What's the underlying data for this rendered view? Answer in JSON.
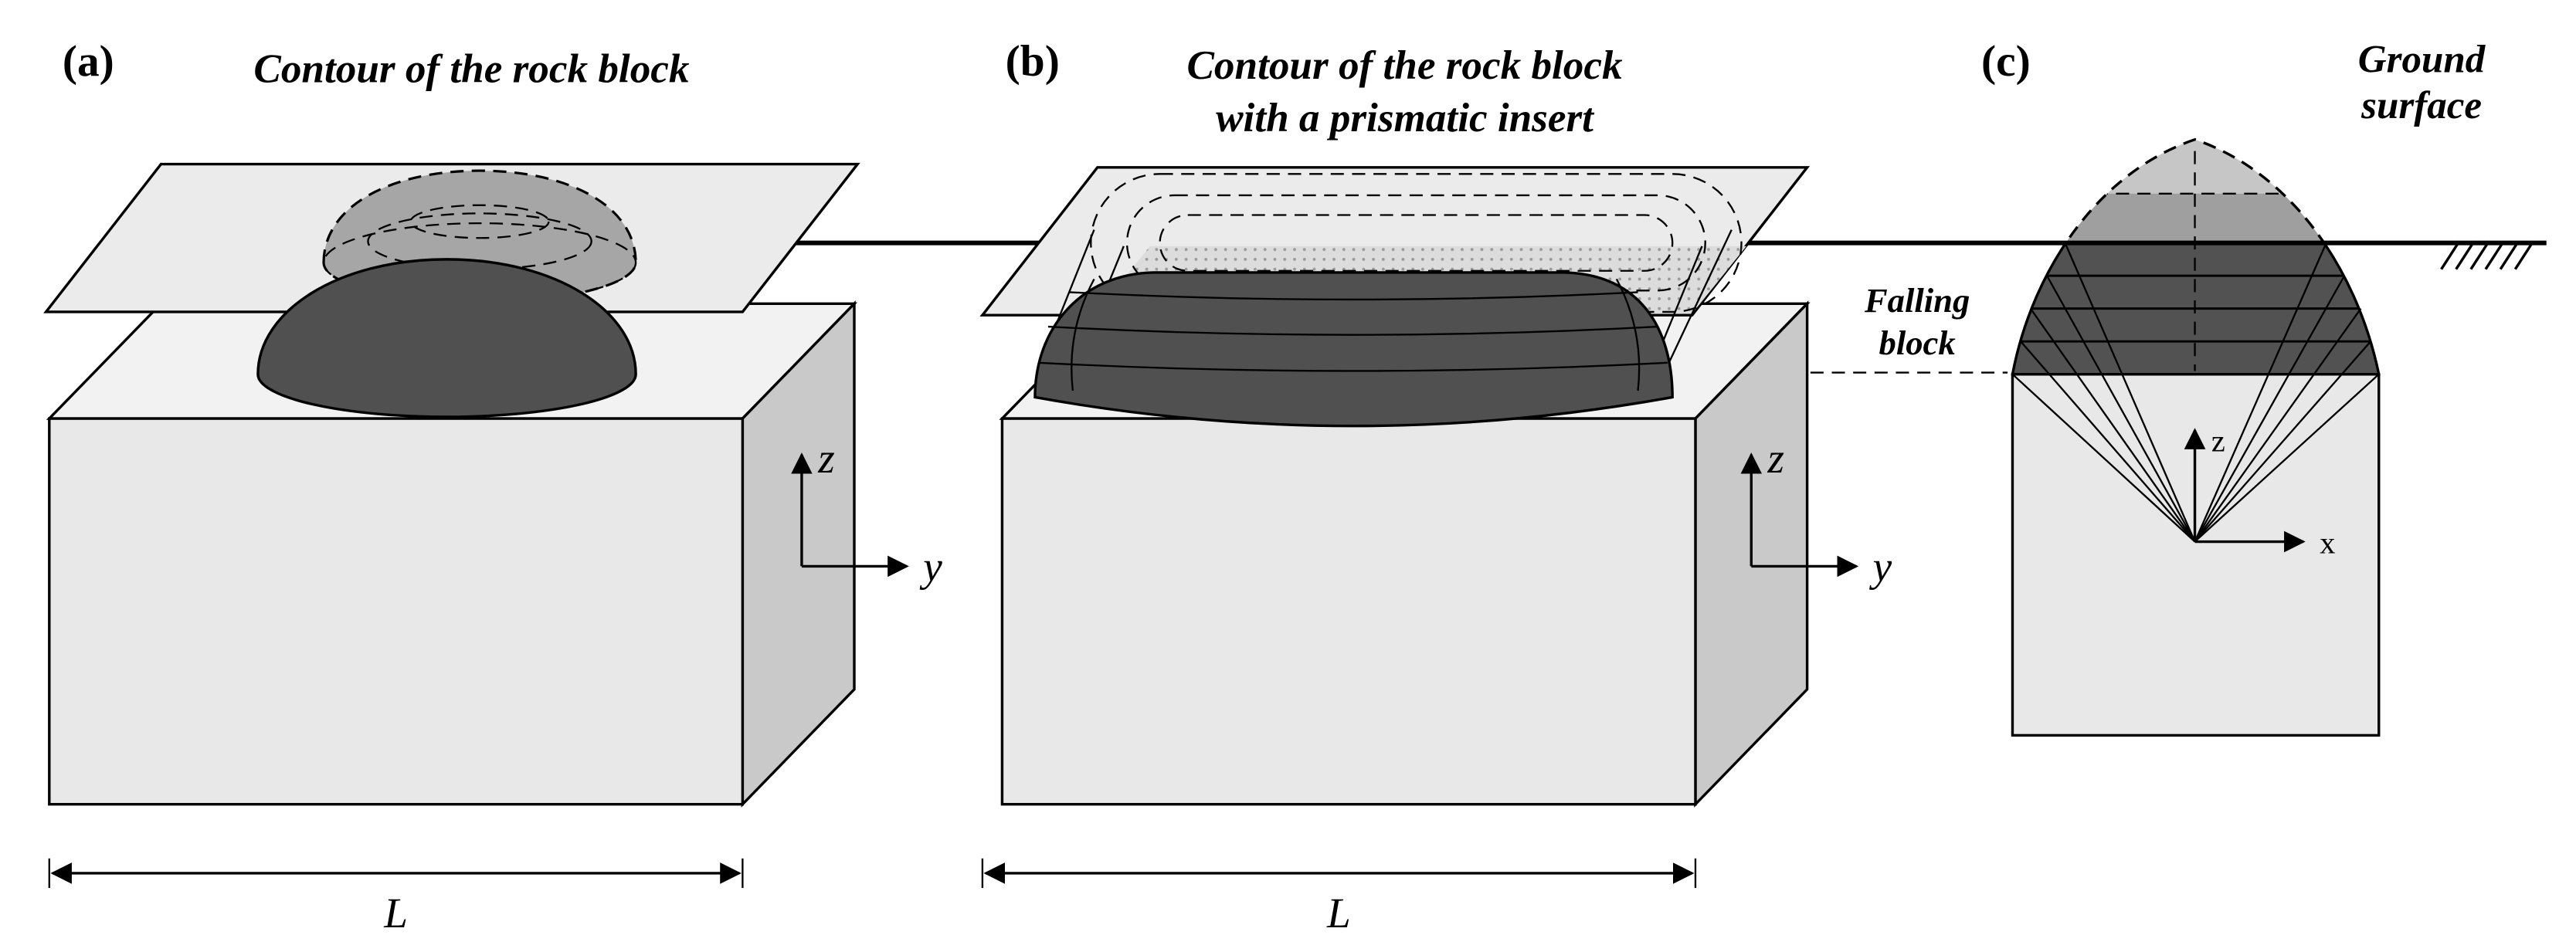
{
  "colors": {
    "background": "#ffffff",
    "box_front": "#e8e8e8",
    "box_side": "#c9c9c9",
    "box_top": "#f2f2f2",
    "plane": "#ebebeb",
    "dome": "#505050",
    "contour_cap": "#a6a6a6",
    "insert_band": "#dcdcdc",
    "arch_tip": "#c6c6c6",
    "arch_upper": "#9f9f9f",
    "arch_dark": "#525252"
  },
  "panel_a": {
    "label": "(a)",
    "title": "Contour of the rock block",
    "axis_z_label": "z",
    "axis_y_label": "y",
    "length_label": "L"
  },
  "panel_b": {
    "label": "(b)",
    "title_line1": "Contour of the rock block",
    "title_line2": "with a prismatic insert",
    "axis_z_label": "z",
    "axis_y_label": "y",
    "length_label": "L"
  },
  "panel_c": {
    "label": "(c)",
    "ground_surface_label_line1": "Ground",
    "ground_surface_label_line2": "surface",
    "falling_block_label_line1": "Falling",
    "falling_block_label_line2": "block",
    "axis_z_label": "z",
    "axis_x_label": "x"
  }
}
